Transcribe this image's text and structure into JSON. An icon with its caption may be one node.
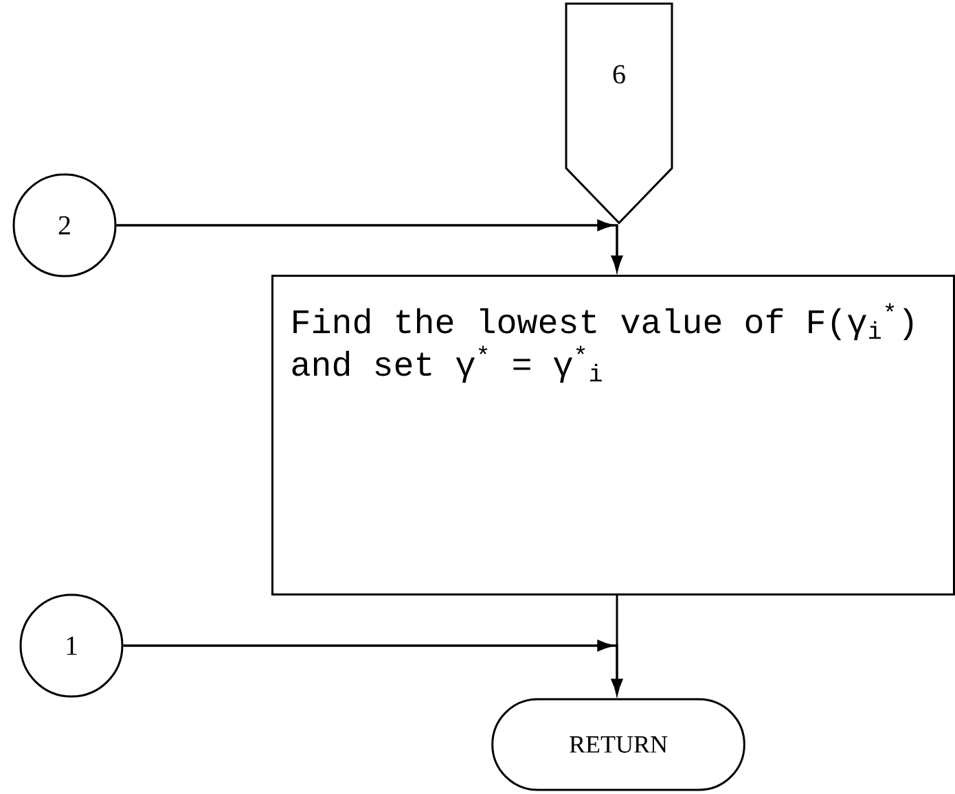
{
  "diagram": {
    "nodes": [
      {
        "text": [
          "6"
        ]
      },
      {
        "text": [
          "2"
        ]
      },
      {
        "text": [
          "Find the lowest value of F(γ$_{i}$$^{*}$) and set γ$^{*}$ = γ$^{*}$$_{i}$"
        ]
      },
      {
        "text": [
          "1"
        ]
      },
      {
        "text": [
          "RETURN"
        ]
      }
    ],
    "edges": [
      {
        "from": 0,
        "to": 2,
        "arrow": "to"
      },
      {
        "from": 1,
        "to": 2,
        "arrow": "to"
      },
      {
        "from": 2,
        "to": 4,
        "arrow": "to"
      },
      {
        "from": 3,
        "to": 4,
        "arrow": "to"
      }
    ]
  }
}
